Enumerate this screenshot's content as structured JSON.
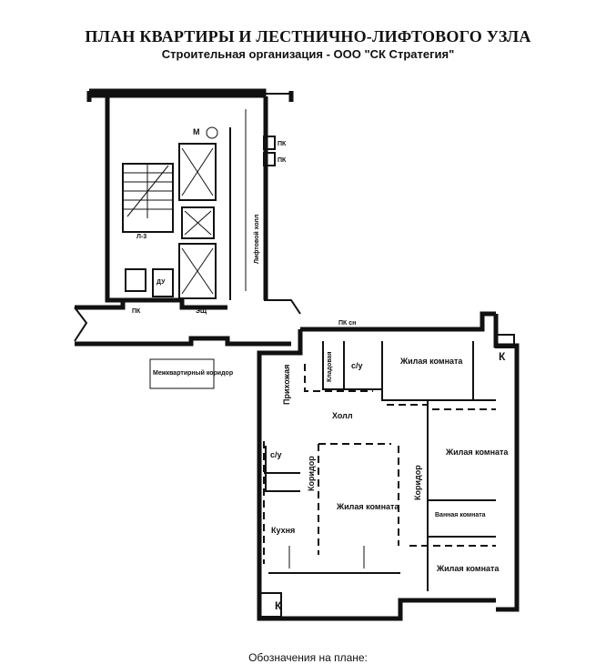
{
  "title": "ПЛАН КВАРТИРЫ И ЛЕСТНИЧНО-ЛИФТОВОГО УЗЛА",
  "subtitle": "Строительная организация - ООО \"СК Стратегия\"",
  "legend_title": "Обозначения на плане:",
  "labels": {
    "m": "М",
    "pk1": "ПК",
    "pk2": "ПК",
    "l3": "Л-3",
    "du": "ДУ",
    "pk3": "ПК",
    "esch": "ЭЩ",
    "lift_hall": "Лифтовой холл",
    "corridor_common": "Межквартирный коридор",
    "pk_top": "ПК сн",
    "prihozhaya": "Прихожая",
    "kladovaya": "Кладовая",
    "su1": "с/у",
    "living1": "Жилая комната",
    "hall": "Холл",
    "su2": "с/у",
    "koridor1": "Коридор",
    "koridor2": "Коридор",
    "living2": "Жилая комната",
    "living3": "Жилая комната",
    "bathroom": "Ванная комната",
    "living4": "Жилая комната",
    "kitchen": "Кухня",
    "k1": "К",
    "k2": "К"
  }
}
